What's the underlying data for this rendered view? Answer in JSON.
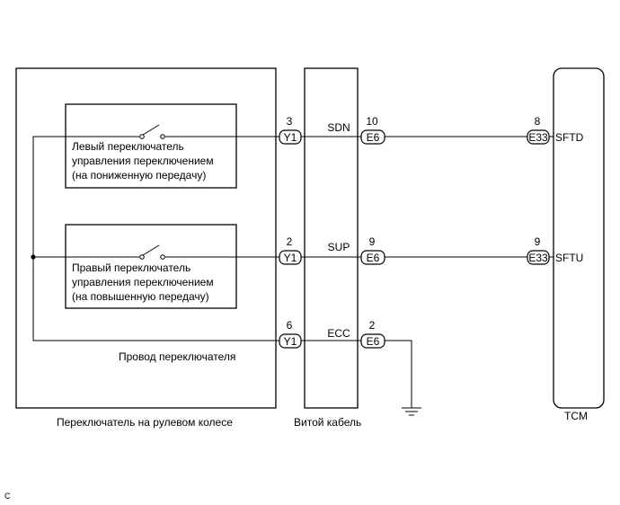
{
  "left_switch": {
    "line1": "Левый переключатель",
    "line2": "управления переключением",
    "line3": "(на пониженную передачу)"
  },
  "right_switch": {
    "line1": "Правый переключатель",
    "line2": "управления переключением",
    "line3": "(на повышенную передачу)"
  },
  "switch_wire_label": "Провод переключателя",
  "steering_switch_label": "Переключатель на рулевом колесе",
  "spiral_cable_label": "Витой кабель",
  "tcm_label": "TCM",
  "corner_code": "C",
  "circuits": [
    {
      "y1_pin": "3",
      "y1_conn": "Y1",
      "name": "SDN",
      "e6_pin": "10",
      "e6_conn": "E6",
      "e33_pin": "8",
      "e33_conn": "E33",
      "tcm_terminal": "SFTD"
    },
    {
      "y1_pin": "2",
      "y1_conn": "Y1",
      "name": "SUP",
      "e6_pin": "9",
      "e6_conn": "E6",
      "e33_pin": "9",
      "e33_conn": "E33",
      "tcm_terminal": "SFTU"
    },
    {
      "y1_pin": "6",
      "y1_conn": "Y1",
      "name": "ECC",
      "e6_pin": "2",
      "e6_conn": "E6"
    }
  ]
}
